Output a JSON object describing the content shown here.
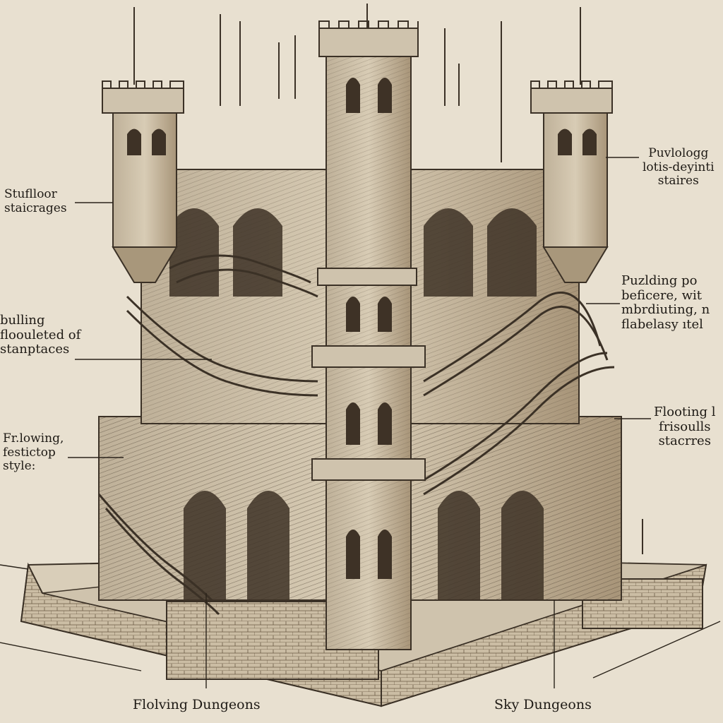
{
  "annotations": {
    "stuff_floor": [
      "Stuflloor",
      "staicrages"
    ],
    "bulling": [
      "bulling",
      "floouleted of",
      "stanptaces"
    ],
    "flowing": [
      "Fr.lowing,",
      "festictop",
      "style:"
    ],
    "puvloog": [
      "Puvlologg",
      "lotis-deyinti",
      "staires"
    ],
    "puzzling": [
      "Puzlding po",
      "beficere, wit",
      "mbrdiuting, n",
      "flabelasy ıtel"
    ],
    "floating": [
      "Flooting l",
      "frisoulls",
      "stacrres"
    ],
    "flolving_dungeons": "Flolving Dungeons",
    "sky_dungeons": "Sky Dungeons"
  },
  "colors": {
    "paper": "#e8e0d0",
    "ink": "#1e1a15",
    "stone_light": "#cfc3ad",
    "stone_mid": "#a8977b",
    "stone_dark": "#5a4c3a"
  }
}
